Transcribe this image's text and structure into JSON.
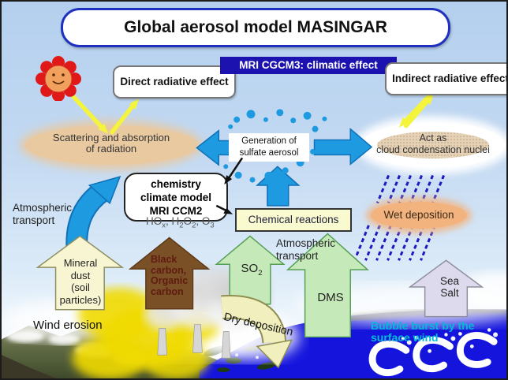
{
  "title": "Global aerosol model MASINGAR",
  "banner": {
    "label": "MRI CGCM3: climatic effect"
  },
  "effect_boxes": {
    "direct": "Direct radiative effect",
    "indirect": "Indirect radiative effect"
  },
  "clouds": {
    "scattering_line1": "Scattering and absorption",
    "scattering_line2": "of radiation",
    "act_line1": "Act as",
    "act_line2": "cloud condensation nuclei",
    "wet_deposition": "Wet deposition"
  },
  "sulfate": {
    "line1": "Generation of",
    "line2": "sulfate aerosol"
  },
  "model_box": {
    "line1": "chemistry",
    "line2": "climate model",
    "line3": "MRI CCM2"
  },
  "species": {
    "base1": "HO",
    "sub1": "x",
    "base2": ", H",
    "sub2": "2",
    "base3": "O",
    "sub3": "2",
    "base4": ", O",
    "sub4": "3"
  },
  "chemical_reactions": "Chemical reactions",
  "transport_left": {
    "line1": "Atmospheric",
    "line2": "transport"
  },
  "transport_right": {
    "line1": "Atmospheric",
    "line2": "transport"
  },
  "emissions": {
    "mineral": {
      "line1": "Mineral",
      "line2": "dust",
      "line3": "(soil",
      "line4": "particles)"
    },
    "carbon": {
      "line1": "Black",
      "line2": "carbon,",
      "line3": "Organic",
      "line4": "carbon"
    },
    "so2": {
      "base": "SO",
      "sub": "2"
    },
    "dms": "DMS",
    "seasalt": {
      "line1": "Sea",
      "line2": "Salt"
    }
  },
  "labels": {
    "wind_erosion": "Wind erosion",
    "dry_deposition": "Dry deposition",
    "bubble_line1": "Bubble burst by the",
    "bubble_line2": "surface wind"
  },
  "colors": {
    "sky_top": "#b4d0ee",
    "banner_bg": "#1c12b0",
    "title_border": "#1f2fc0",
    "blue_arrow": "#1e9ae0",
    "yellow_arrow": "#f4f43c",
    "scatter_cloud": "#e9c9a0",
    "wet_cloud": "#f3b37e",
    "mineral_arrow": "#f8f6d2",
    "carbon_arrow": "#7a5026",
    "gas_arrow": "#c5e9b8",
    "seasalt_arrow": "#dedaed",
    "chem_box_bg": "#fafad0",
    "ocean": "#1414dd",
    "rain": "#2018c0",
    "bubble_text": "#00bcd8"
  }
}
